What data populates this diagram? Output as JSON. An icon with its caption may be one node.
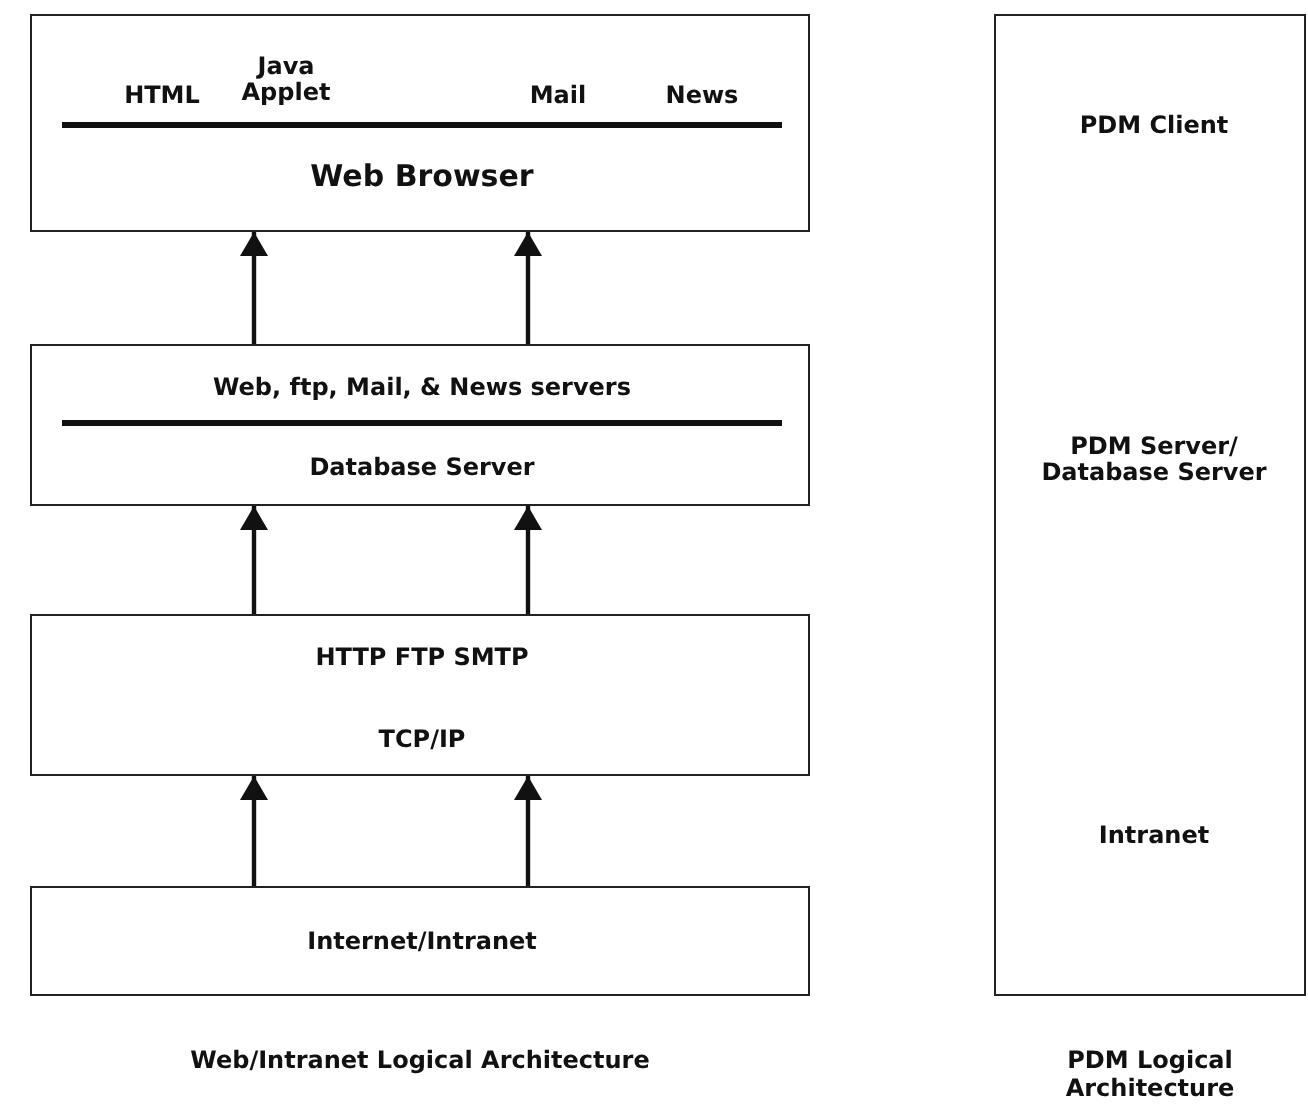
{
  "diagram": {
    "nodes": [
      {
        "text": [
          "HTML",
          "Java Applet",
          "Mail",
          "News",
          "Web Browser"
        ]
      },
      {
        "text": [
          "Web, ftp, Mail, & News servers",
          "Database Server"
        ]
      },
      {
        "text": [
          "HTTP FTP SMTP",
          "TCP/IP"
        ]
      },
      {
        "text": [
          "Internet/Intranet"
        ]
      },
      {
        "text": [
          "PDM Client",
          "PDM Server/ Database Server",
          "Intranet"
        ]
      }
    ],
    "edges": [
      {
        "from": 1,
        "to": 0,
        "arrow": "to"
      },
      {
        "from": 1,
        "to": 0,
        "arrow": "to"
      },
      {
        "from": 2,
        "to": 1,
        "arrow": "to"
      },
      {
        "from": 2,
        "to": 1,
        "arrow": "to"
      },
      {
        "from": 3,
        "to": 2,
        "arrow": "to"
      },
      {
        "from": 3,
        "to": 2,
        "arrow": "to"
      }
    ],
    "labels": [
      "Web/Intranet Logical Architecture",
      "PDM Logical Architecture"
    ]
  }
}
